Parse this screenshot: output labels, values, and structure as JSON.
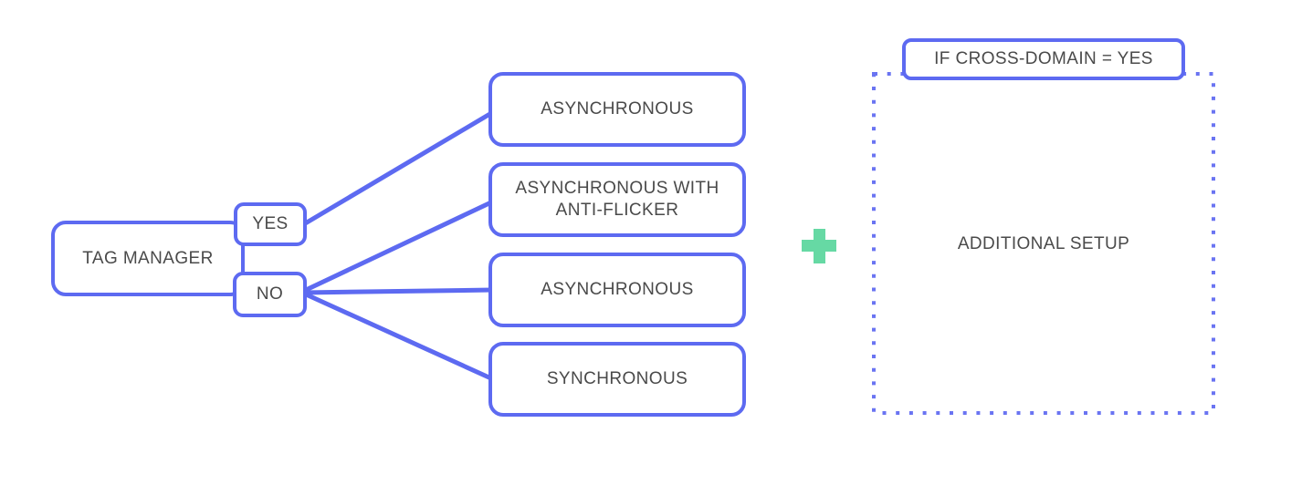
{
  "flowchart": {
    "root_label": "TAG MANAGER",
    "yes_label": "YES",
    "no_label": "NO",
    "outcomes": [
      "ASYNCHRONOUS",
      "ASYNCHRONOUS WITH ANTI-FLICKER",
      "ASYNCHRONOUS",
      "SYNCHRONOUS"
    ]
  },
  "additional_setup": {
    "condition_label": "IF CROSS-DOMAIN = YES",
    "region_label": "ADDITIONAL SETUP"
  },
  "colors": {
    "accent_blue": "#5d6af1",
    "dotted_blue": "#6a74f2",
    "plus_green": "#66d9a4",
    "text_gray": "#4a4a4a",
    "background": "#ffffff"
  }
}
